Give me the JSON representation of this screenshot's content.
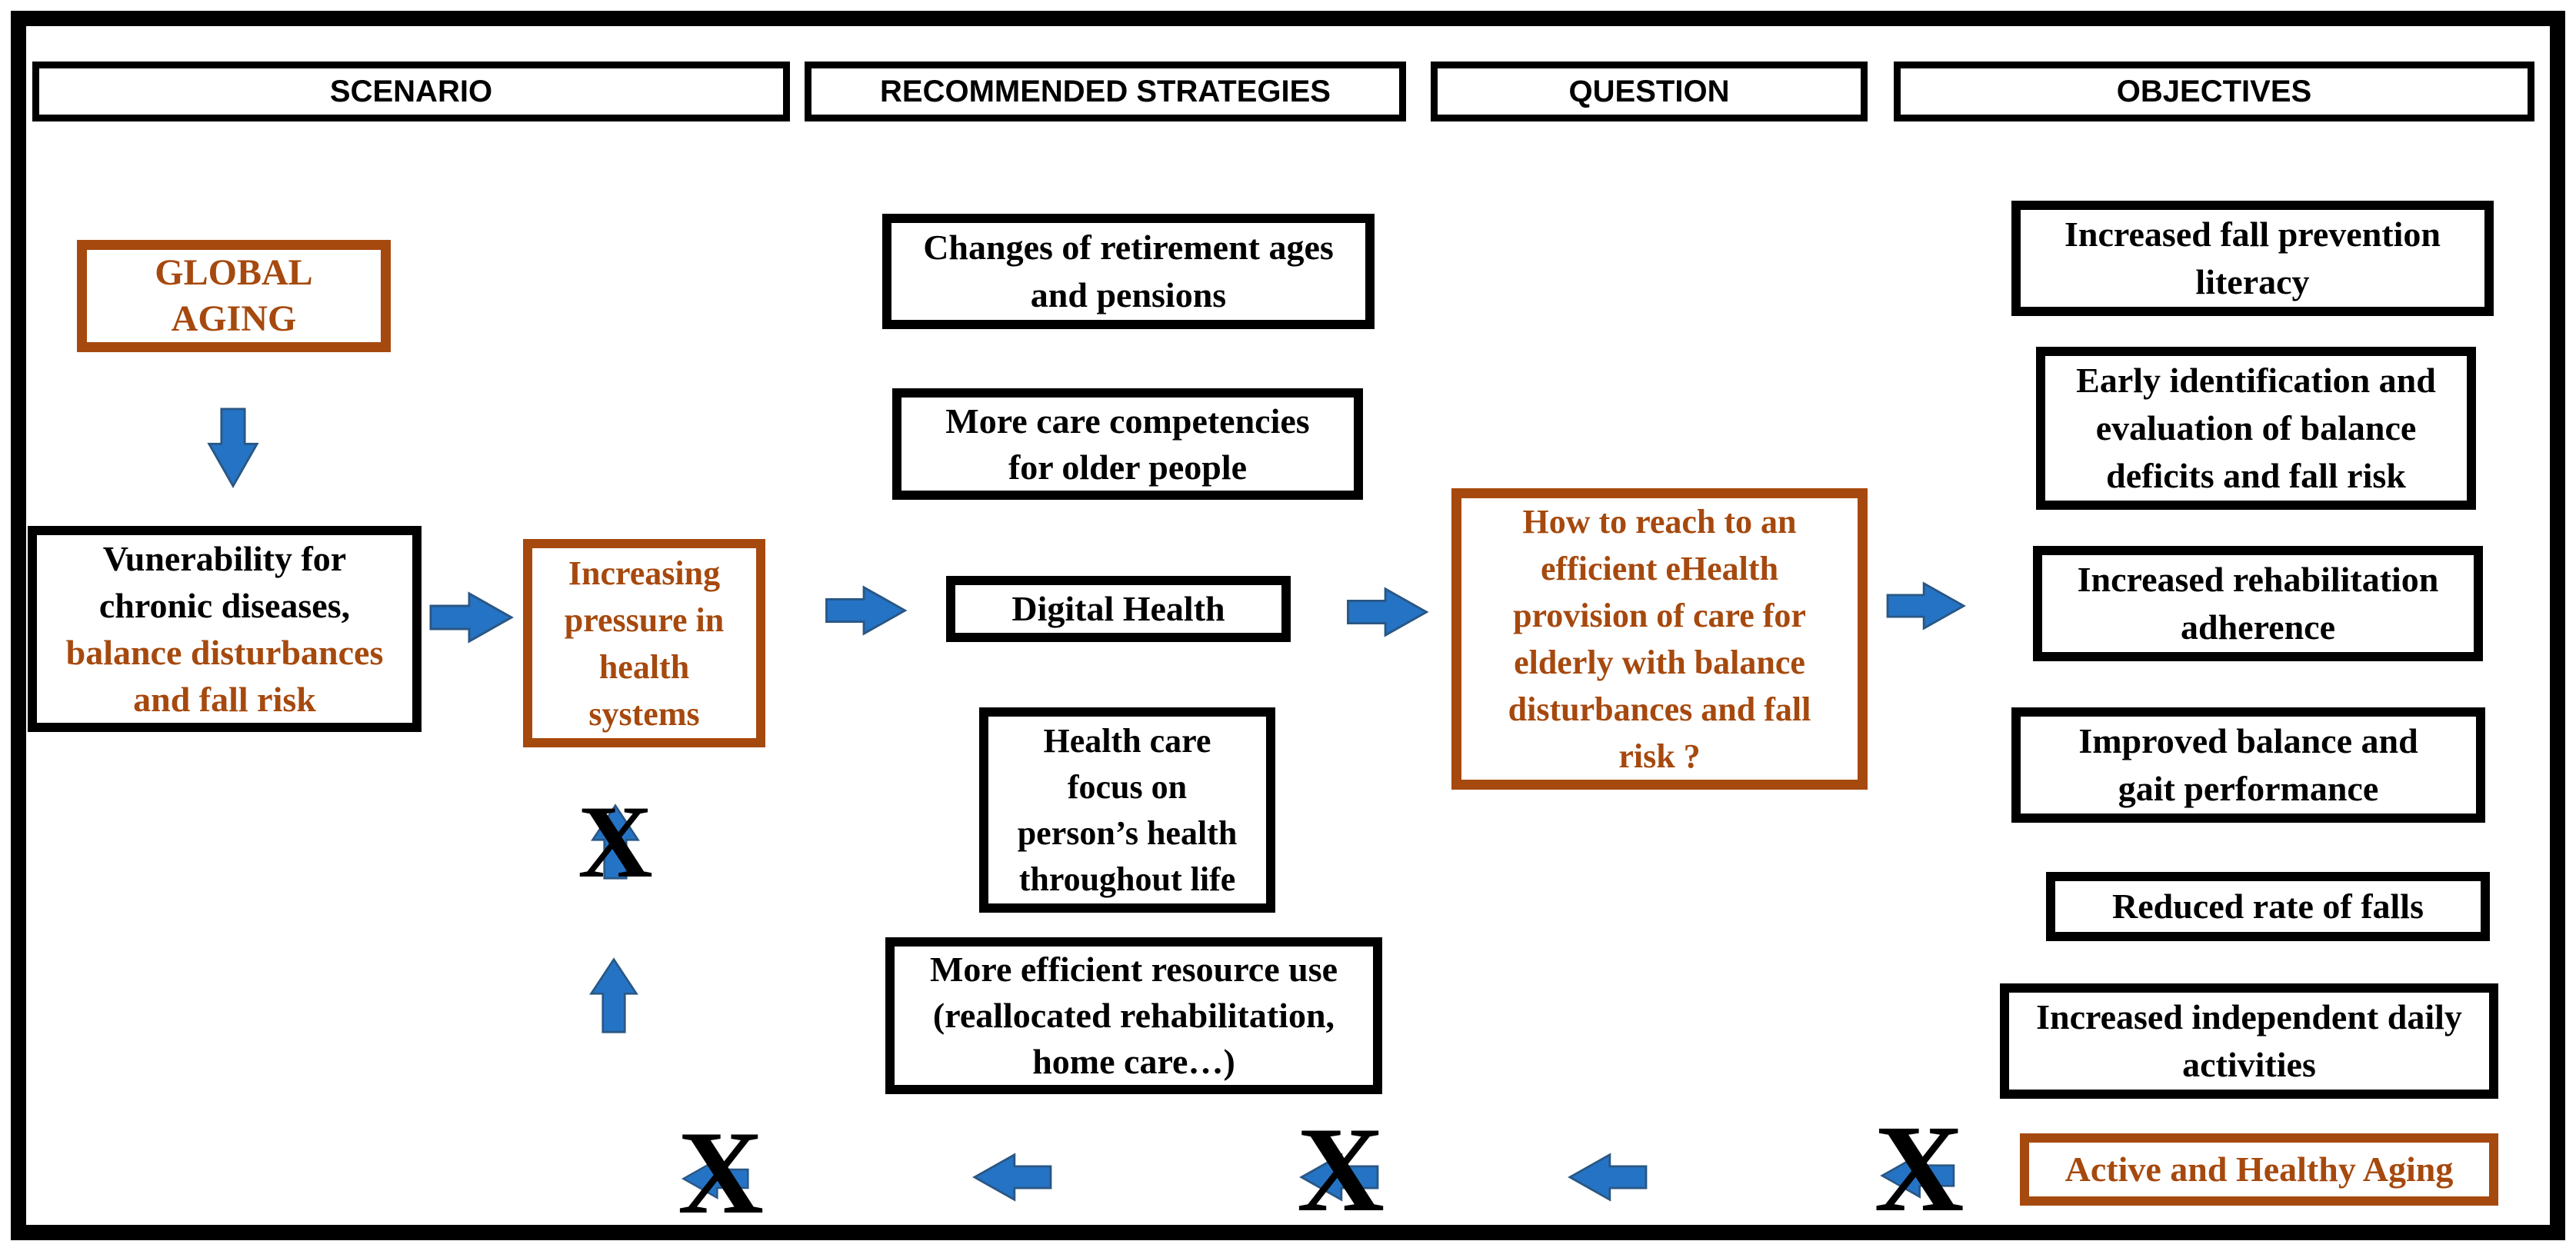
{
  "colors": {
    "brown": "#A6490E",
    "blue": "#2573C4",
    "blue_dark": "#2A5784",
    "black": "#000000"
  },
  "headers": [
    {
      "label": "SCENARIO"
    },
    {
      "label": "RECOMMENDED STRATEGIES"
    },
    {
      "label": "QUESTION"
    },
    {
      "label": "OBJECTIVES"
    }
  ],
  "scenario": {
    "global_aging": {
      "lines": [
        {
          "text": "GLOBAL",
          "color": "brown"
        },
        {
          "text": "AGING",
          "color": "brown"
        }
      ]
    },
    "vulnerability": {
      "lines": [
        {
          "text": "Vunerability for",
          "color": "black"
        },
        {
          "text": "chronic diseases,",
          "color": "black"
        },
        {
          "text": "balance disturbances",
          "color": "brown"
        },
        {
          "text": "and fall risk",
          "color": "brown"
        }
      ]
    },
    "pressure": {
      "lines": [
        {
          "text": "Increasing",
          "color": "brown"
        },
        {
          "text": "pressure in",
          "color": "brown"
        },
        {
          "text": "health",
          "color": "brown"
        },
        {
          "text": "systems",
          "color": "brown"
        }
      ]
    }
  },
  "strategies": {
    "retirement": {
      "lines": [
        {
          "text": "Changes of retirement ages",
          "color": "black"
        },
        {
          "text": "and pensions",
          "color": "black"
        }
      ]
    },
    "competencies": {
      "lines": [
        {
          "text": "More care competencies",
          "color": "black"
        },
        {
          "text": "for older people",
          "color": "black"
        }
      ]
    },
    "digital_health": {
      "lines": [
        {
          "text": "Digital Health",
          "color": "black"
        }
      ]
    },
    "person_centered": {
      "lines": [
        {
          "text": "Health care",
          "color": "black"
        },
        {
          "text": "focus on",
          "color": "black"
        },
        {
          "text": "person’s health",
          "color": "black"
        },
        {
          "text": "throughout life",
          "color": "black"
        }
      ]
    },
    "resource_use": {
      "lines": [
        {
          "text": "More efficient resource use",
          "color": "black"
        },
        {
          "text": "(reallocated rehabilitation,",
          "color": "black"
        },
        {
          "text": "home care…)",
          "color": "black"
        }
      ]
    }
  },
  "question": {
    "ehealth": {
      "lines": [
        {
          "text": "How to reach to an",
          "color": "brown"
        },
        {
          "text": "efficient eHealth",
          "color": "brown"
        },
        {
          "text": "provision of care for",
          "color": "brown"
        },
        {
          "text": "elderly with balance",
          "color": "brown"
        },
        {
          "text": "disturbances and fall",
          "color": "brown"
        },
        {
          "text": "risk ?",
          "color": "brown"
        }
      ]
    }
  },
  "objectives": {
    "literacy": {
      "lines": [
        {
          "text": "Increased fall prevention",
          "color": "black"
        },
        {
          "text": "literacy",
          "color": "black"
        }
      ]
    },
    "early_identification": {
      "lines": [
        {
          "text": "Early identification and",
          "color": "black"
        },
        {
          "text": "evaluation of balance",
          "color": "black"
        },
        {
          "text": "deficits and fall risk",
          "color": "black"
        }
      ]
    },
    "adherence": {
      "lines": [
        {
          "text": "Increased rehabilitation",
          "color": "black"
        },
        {
          "text": "adherence",
          "color": "black"
        }
      ]
    },
    "balance_gait": {
      "lines": [
        {
          "text": "Improved balance and",
          "color": "black"
        },
        {
          "text": "gait performance",
          "color": "black"
        }
      ]
    },
    "reduced_falls": {
      "lines": [
        {
          "text": "Reduced rate of falls",
          "color": "black"
        }
      ]
    },
    "independent": {
      "lines": [
        {
          "text": "Increased independent daily",
          "color": "black"
        },
        {
          "text": "activities",
          "color": "black"
        }
      ]
    },
    "active_aging": {
      "lines": [
        {
          "text": "Active and Healthy Aging",
          "color": "brown"
        }
      ]
    }
  },
  "x_mark": "X"
}
